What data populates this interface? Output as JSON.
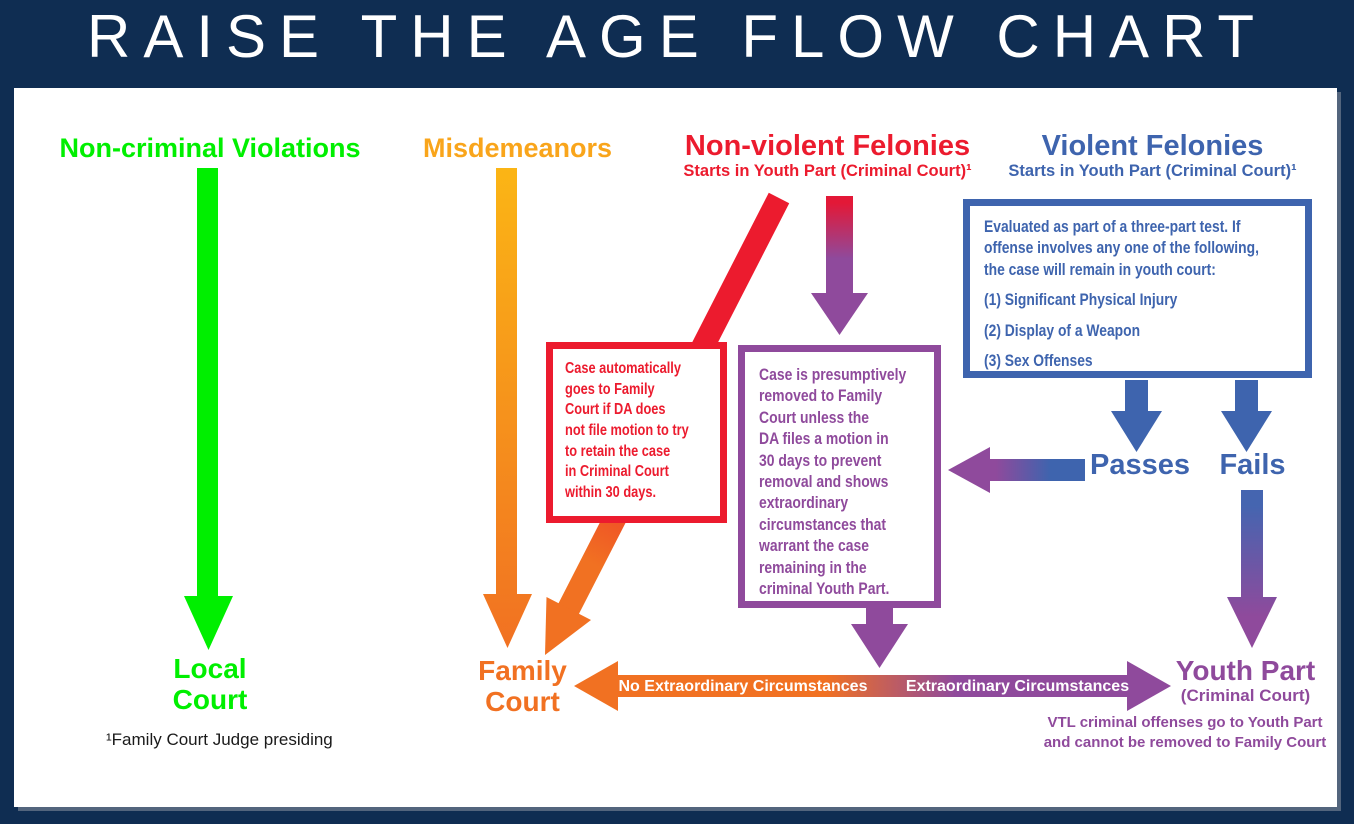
{
  "title": "RAISE THE AGE FLOW CHART",
  "columns": {
    "non_criminal": {
      "label": "Non-criminal Violations"
    },
    "misdemeanors": {
      "label": "Misdemeanors"
    },
    "non_violent": {
      "label": "Non-violent Felonies",
      "subtitle": "Starts in Youth Part (Criminal Court)¹"
    },
    "violent": {
      "label": "Violent Felonies",
      "subtitle": "Starts in Youth Part (Criminal Court)¹"
    }
  },
  "boxes": {
    "red": {
      "text": "Case automatically\ngoes to Family\nCourt if DA does\nnot file motion to try\nto retain the case\nin Criminal Court\nwithin 30 days."
    },
    "purple": {
      "text": "Case is presumptively\nremoved to Family\nCourt unless the\nDA files a motion in\n30 days to prevent\nremoval and shows\nextraordinary\ncircumstances that\nwarrant the case\nremaining in the\ncriminal Youth Part."
    },
    "blue": {
      "intro": "Evaluated as part of a three-part test. If\noffense involves any one of the following,\nthe case will remain in youth court:",
      "items": [
        "(1) Significant Physical Injury",
        "(2) Display of a Weapon",
        "(3) Sex Offenses"
      ]
    }
  },
  "outcomes": {
    "local_court": "Local\nCourt",
    "family_court": "Family\nCourt",
    "youth_part": "Youth Part",
    "youth_part_sub": "(Criminal Court)",
    "passes": "Passes",
    "fails": "Fails"
  },
  "arrow_labels": {
    "no_extraordinary": "No Extraordinary Circumstances",
    "extraordinary": "Extraordinary Circumstances"
  },
  "notes": {
    "footnote": "¹Family Court Judge presiding",
    "vtl": "VTL criminal offenses go to Youth Part\nand cannot be removed to Family Court"
  },
  "colors": {
    "navy_background": "#0F2D52",
    "green": "#00EF00",
    "orange": "#F9A51B",
    "deep_orange": "#F17122",
    "red": "#EC1B2E",
    "blue": "#3E64AE",
    "purple": "#8F4A9C"
  }
}
